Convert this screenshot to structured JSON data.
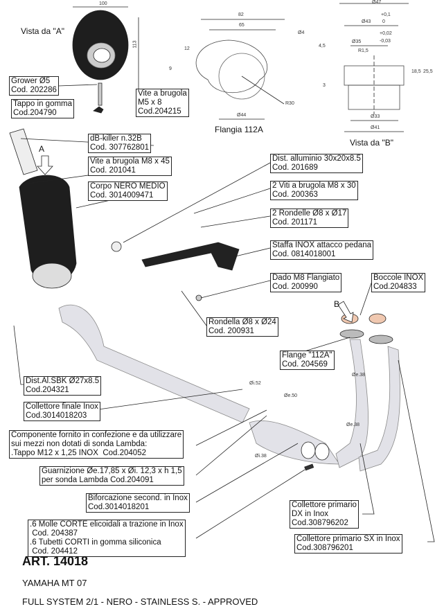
{
  "views": {
    "view_a": {
      "title": "Vista da \"A\"",
      "dims": [
        "100",
        "113"
      ]
    },
    "flange": {
      "title": "Flangia 112A",
      "dims": [
        "82",
        "65",
        "Ø4",
        "12",
        "9",
        "R30",
        "Ø44"
      ]
    },
    "view_b": {
      "title": "Vista da \"B\"",
      "dims": [
        "Ø47",
        "Ø43",
        "+0,1",
        "0",
        "Ø35",
        "+0,02",
        "-0,03",
        "R1,5",
        "4,5",
        "3",
        "18,5",
        "25,5",
        "Ø33",
        "Ø41"
      ]
    }
  },
  "markers": {
    "a": "A",
    "b": "B"
  },
  "diameters": [
    "Øi.52",
    "Øe.50",
    "Øi.38",
    "Øe.38",
    "Øe.38"
  ],
  "labels": [
    {
      "lines": "Grower Ø5\nCod. 202286"
    },
    {
      "lines": "Tappo in gomma\nCod.204790"
    },
    {
      "lines": "Vite a brugola\nM5 x 8\nCod.204215"
    },
    {
      "lines": "dB-killer n.32B\nCod. 307762801"
    },
    {
      "lines": "Vite a brugola M8 x 45\nCod. 201041"
    },
    {
      "lines": "Corpo NERO MEDIO\nCod. 3014009471"
    },
    {
      "lines": "Dist. alluminio 30x20x8.5\nCod. 201689"
    },
    {
      "lines": "2 Viti a brugola M8 x 30\nCod. 200363"
    },
    {
      "lines": "2 Rondelle Ø8 x Ø17\nCod. 201171"
    },
    {
      "lines": "Staffa INOX attacco pedana\nCod. 0814018001"
    },
    {
      "lines": "Dado M8 Flangiato\nCod. 200990"
    },
    {
      "lines": "Boccole INOX\nCod.204833"
    },
    {
      "lines": "Rondella Ø8 x Ø24\nCod. 200931"
    },
    {
      "lines": "Flange \"112A\"\nCod. 204569"
    },
    {
      "lines": "Dist.Al.SBK Ø27x8.5\nCod.204321"
    },
    {
      "lines": "Collettore finale Inox\nCod.3014018203"
    },
    {
      "lines": "Componente fornito in confezione e da utilizzare\nsui mezzi non dotati di sonda Lambda:\n.Tappo M12 x 1,25 INOX  Cod.204052"
    },
    {
      "lines": "Guarnizione Øe.17,85 x Øi. 12,3 x h 1,5\nper sonda Lambda Cod.204091"
    },
    {
      "lines": "Biforcazione second. in Inox\nCod.3014018201"
    },
    {
      "lines": ".6 Molle CORTE elicoidali a trazione in Inox\n Cod. 204387\n.6 Tubetti CORTI in gomma siliconica\n Cod. 204412"
    },
    {
      "lines": "Collettore primario\nDX in Inox\nCod.308796202"
    },
    {
      "lines": "Collettore primario SX in Inox\nCod.308796201"
    }
  ],
  "footer": {
    "art": "ART. 14018",
    "model": "YAMAHA MT 07",
    "desc": "FULL SYSTEM 2/1 - NERO - STAINLESS S. - APPROVED"
  },
  "colors": {
    "muffler": "#1e1e1e",
    "steel": "#e2e2e8",
    "line": "#222222"
  }
}
